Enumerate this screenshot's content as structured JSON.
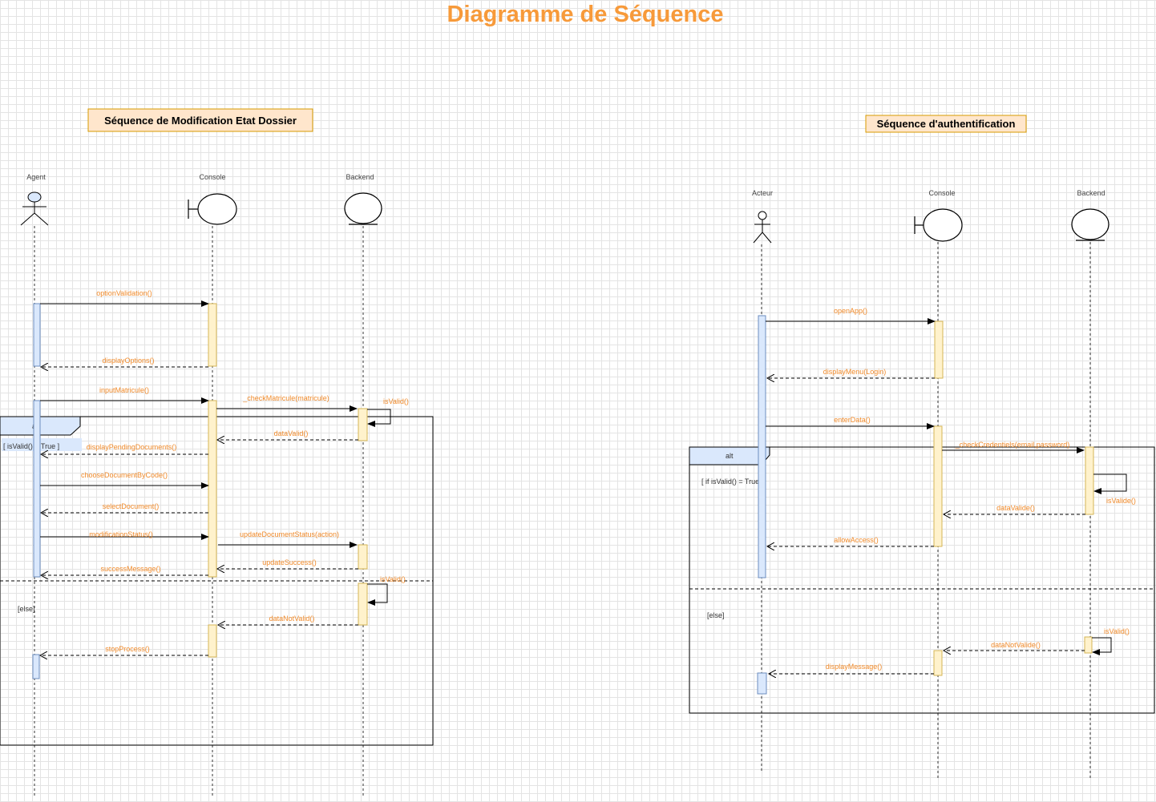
{
  "title": "Diagramme de  Séquence",
  "left": {
    "heading": "Séquence de Modification Etat Dossier",
    "actors": [
      "Agent",
      "Console",
      "Backend"
    ],
    "frame": {
      "operator": "alt",
      "guard": "[ isValid() = True ]",
      "else": "[else]"
    },
    "messages": {
      "m1": "optionValidation()",
      "m2": "displayOptions()",
      "m3": "inputMatricule()",
      "m4": "_checkMatricule(matricule)",
      "m5": "isValid()",
      "m6": "dataValid()",
      "m7": "displayPendingDocuments()",
      "m8": "chooseDocumentByCode()",
      "m9": "selectDocument()",
      "m10": "modificationStatus()",
      "m11": "updateDocumentStatus(action)",
      "m12": "updateSuccess()",
      "m13": "successMessage()",
      "m14": "isValid()",
      "m15": "dataNotValid()",
      "m16": "stopProcess()"
    }
  },
  "right": {
    "heading": "Séquence d'authentification",
    "actors": [
      "Acteur",
      "Console",
      "Backend"
    ],
    "frame": {
      "operator": "alt",
      "guard": "[ if isValid() = True ]",
      "else": "[else]"
    },
    "messages": {
      "m1": "openApp()",
      "m2": "displayMenu(Login)",
      "m3": "enterData()",
      "m4": "_checkCredentiels(email,password)",
      "m5": "isValide()",
      "m6": "dataValide()",
      "m7": "allowAccess()",
      "m8": "isValid()",
      "m9": "dataNotValide()",
      "m10": "displayMessage()"
    }
  }
}
